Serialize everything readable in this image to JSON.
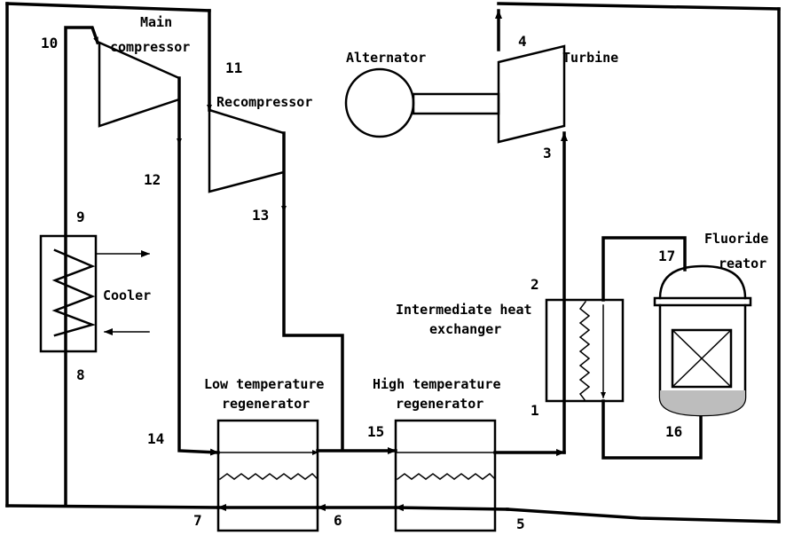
{
  "labels": {
    "main_compressor_1": "Main",
    "main_compressor_2": "compressor",
    "recompressor": "Recompressor",
    "alternator": "Alternator",
    "turbine": "Turbine",
    "cooler": "Cooler",
    "fluoride_1": "Fluoride",
    "fluoride_2": "reator",
    "ihx_1": "Intermediate heat",
    "ihx_2": "exchanger",
    "ltr_1": "Low temperature",
    "ltr_2": "regenerator",
    "htr_1": "High temperature",
    "htr_2": "regenerator"
  },
  "states": {
    "s1": "1",
    "s2": "2",
    "s3": "3",
    "s4": "4",
    "s5": "5",
    "s6": "6",
    "s7": "7",
    "s8": "8",
    "s9": "9",
    "s10": "10",
    "s11": "11",
    "s12": "12",
    "s13": "13",
    "s14": "14",
    "s15": "15",
    "s16": "16",
    "s17": "17"
  },
  "colors": {
    "turbine_fill": "#e6f1fb",
    "reactor_bottom": "#bdbdbd"
  }
}
